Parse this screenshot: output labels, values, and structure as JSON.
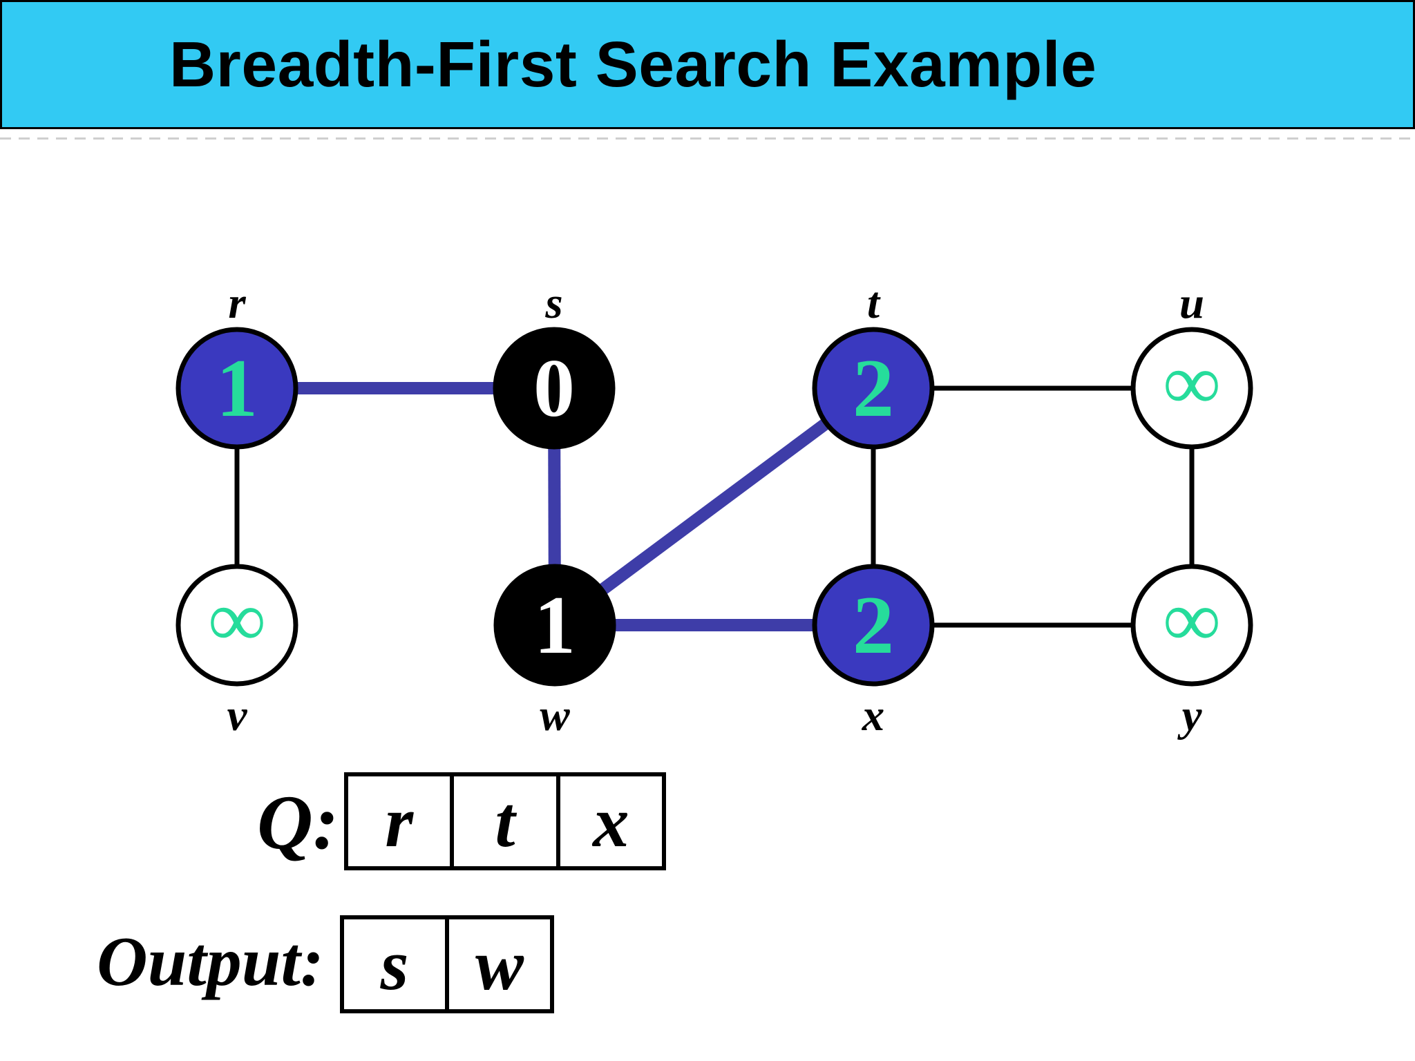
{
  "header": {
    "title": "Breadth-First Search Example",
    "bg_color": "#32CAF3"
  },
  "graph": {
    "nodes": [
      {
        "id": "r",
        "value": "1",
        "state": "frontier"
      },
      {
        "id": "s",
        "value": "0",
        "state": "finished"
      },
      {
        "id": "t",
        "value": "2",
        "state": "frontier"
      },
      {
        "id": "u",
        "value": "∞",
        "state": "undiscovered"
      },
      {
        "id": "v",
        "value": "∞",
        "state": "undiscovered"
      },
      {
        "id": "w",
        "value": "1",
        "state": "finished"
      },
      {
        "id": "x",
        "value": "2",
        "state": "frontier"
      },
      {
        "id": "y",
        "value": "∞",
        "state": "undiscovered"
      }
    ],
    "edges": [
      {
        "from": "r",
        "to": "v",
        "type": "plain"
      },
      {
        "from": "t",
        "to": "u",
        "type": "plain"
      },
      {
        "from": "t",
        "to": "x",
        "type": "plain"
      },
      {
        "from": "x",
        "to": "y",
        "type": "plain"
      },
      {
        "from": "u",
        "to": "y",
        "type": "plain"
      },
      {
        "from": "r",
        "to": "s",
        "type": "tree"
      },
      {
        "from": "s",
        "to": "w",
        "type": "tree"
      },
      {
        "from": "w",
        "to": "t",
        "type": "tree"
      },
      {
        "from": "w",
        "to": "x",
        "type": "tree"
      }
    ],
    "colors": {
      "frontier_fill": "#3A39BF",
      "finished_fill": "#000000",
      "undiscovered_fill": "#FFFFFF",
      "node_outline": "#000000",
      "value_on_dark": "#FFFFFF",
      "value_teal": "#26DC9B",
      "tree_edge": "#3E3DA8",
      "plain_edge": "#000000"
    }
  },
  "queue": {
    "label": "Q:",
    "items": [
      "r",
      "t",
      "x"
    ]
  },
  "output": {
    "label": "Output:",
    "items": [
      "s",
      "w"
    ]
  }
}
